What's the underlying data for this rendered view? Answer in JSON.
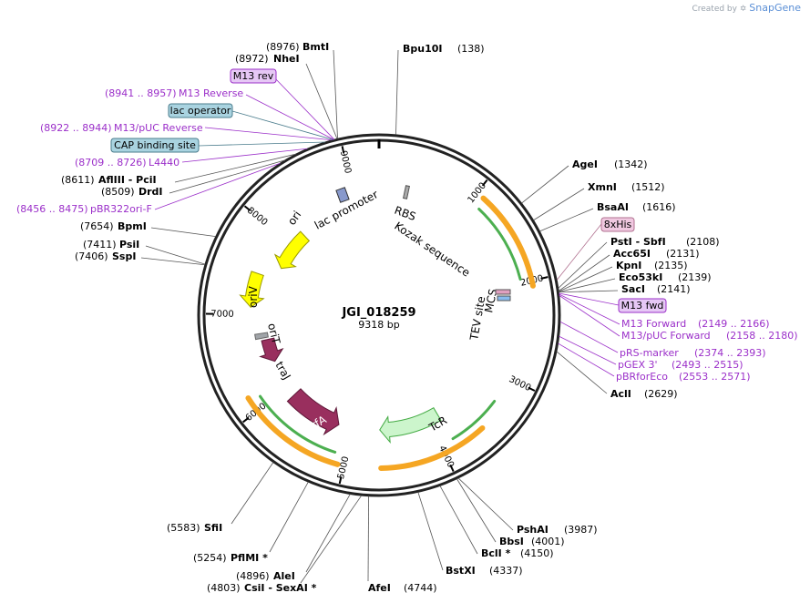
{
  "app": {
    "created_by": "Created by",
    "brand": "SnapGene"
  },
  "plasmid": {
    "name": "JGI_018259",
    "length_label": "9318 bp",
    "length": 9318
  },
  "ticks": [
    {
      "pos": 1000,
      "label": "1000"
    },
    {
      "pos": 2000,
      "label": "2000"
    },
    {
      "pos": 3000,
      "label": "3000"
    },
    {
      "pos": 4000,
      "label": "4000"
    },
    {
      "pos": 5000,
      "label": "5000"
    },
    {
      "pos": 6000,
      "label": "6000"
    },
    {
      "pos": 7000,
      "label": "7000"
    },
    {
      "pos": 8000,
      "label": "8000"
    },
    {
      "pos": 9000,
      "label": "9000"
    }
  ],
  "sites": [
    {
      "name": "BmtI",
      "pos_text": "(8976)"
    },
    {
      "name": "NheI",
      "pos_text": "(8972)"
    },
    {
      "name": "Bpu10I",
      "pos_text": "(138)"
    },
    {
      "name": "AflIII - PciI",
      "pos_text": "(8611)"
    },
    {
      "name": "DrdI",
      "pos_text": "(8509)"
    },
    {
      "name": "BpmI",
      "pos_text": "(7654)"
    },
    {
      "name": "PsiI",
      "pos_text": "(7411)"
    },
    {
      "name": "SspI",
      "pos_text": "(7406)"
    },
    {
      "name": "AgeI",
      "pos_text": "(1342)"
    },
    {
      "name": "XmnI",
      "pos_text": "(1512)"
    },
    {
      "name": "BsaAI",
      "pos_text": "(1616)"
    },
    {
      "name": "PstI - SbfI",
      "pos_text": "(2108)"
    },
    {
      "name": "Acc65I",
      "pos_text": "(2131)"
    },
    {
      "name": "KpnI",
      "pos_text": "(2135)"
    },
    {
      "name": "Eco53kI",
      "pos_text": "(2139)"
    },
    {
      "name": "SacI",
      "pos_text": "(2141)"
    },
    {
      "name": "AclI",
      "pos_text": "(2629)"
    },
    {
      "name": "PshAI",
      "pos_text": "(3987)"
    },
    {
      "name": "BbsI",
      "pos_text": "(4001)"
    },
    {
      "name": "BclI *",
      "pos_text": "(4150)"
    },
    {
      "name": "BstXI",
      "pos_text": "(4337)"
    },
    {
      "name": "AfeI",
      "pos_text": "(4744)"
    },
    {
      "name": "CsiI - SexAI *",
      "pos_text": "(4803)"
    },
    {
      "name": "AleI",
      "pos_text": "(4896)"
    },
    {
      "name": "PflMI *",
      "pos_text": "(5254)"
    },
    {
      "name": "SfiI",
      "pos_text": "(5583)"
    }
  ],
  "primers": [
    {
      "name": "M13 Reverse",
      "range": "(8941 .. 8957)"
    },
    {
      "name": "M13/pUC Reverse",
      "range": "(8922 .. 8944)"
    },
    {
      "name": "L4440",
      "range": "(8709 .. 8726)"
    },
    {
      "name": "pBR322ori-F",
      "range": "(8456 .. 8475)"
    },
    {
      "name": "M13 Forward",
      "range": "(2149 .. 2166)"
    },
    {
      "name": "M13/pUC Forward",
      "range": "(2158 .. 2180)"
    },
    {
      "name": "pRS-marker",
      "range": "(2374 .. 2393)"
    },
    {
      "name": "pGEX 3'",
      "range": "(2493 .. 2515)"
    },
    {
      "name": "pBRforEco",
      "range": "(2553 .. 2571)"
    }
  ],
  "boxed_labels": [
    {
      "text": "M13 rev",
      "fill": "#e6c8f5",
      "stroke": "#9b2fc9"
    },
    {
      "text": "lac operator",
      "fill": "#a9d3e0",
      "stroke": "#4a7c8c"
    },
    {
      "text": "CAP binding site",
      "fill": "#a9d3e0",
      "stroke": "#4a7c8c"
    },
    {
      "text": "8xHis",
      "fill": "#f0c8e0",
      "stroke": "#b0708f"
    },
    {
      "text": "M13 fwd",
      "fill": "#e6c8f5",
      "stroke": "#9b2fc9"
    }
  ],
  "features": [
    {
      "name": "ori",
      "start": 8200,
      "end": 7650,
      "color": "#ffff00",
      "stroke": "#999900"
    },
    {
      "name": "oriV",
      "start": 7480,
      "end": 7080,
      "color": "#ffff00",
      "stroke": "#999900"
    },
    {
      "name": "trfA",
      "start": 5870,
      "end": 5180,
      "color": "#992f5e",
      "stroke": "#5e1838"
    },
    {
      "name": "traJ",
      "start": 6670,
      "end": 6370,
      "color": "#992f5e",
      "stroke": "#5e1838"
    },
    {
      "name": "oriT",
      "start": 6760,
      "end": 6700,
      "color": "#a0a4a8",
      "stroke": "#666666"
    },
    {
      "name": "TcR",
      "start": 3870,
      "end": 4650,
      "color": "#ccf5cc",
      "stroke": "#44aa44"
    }
  ],
  "inner_labels": [
    {
      "text": "lac promoter"
    },
    {
      "text": "RBS"
    },
    {
      "text": "Kozak sequence"
    },
    {
      "text": "TEV site"
    },
    {
      "text": "MCS"
    },
    {
      "text": "oriT"
    }
  ],
  "colors": {
    "orange_arc": "#f5a623",
    "green_arc": "#4caf50",
    "backbone": "#222222"
  }
}
